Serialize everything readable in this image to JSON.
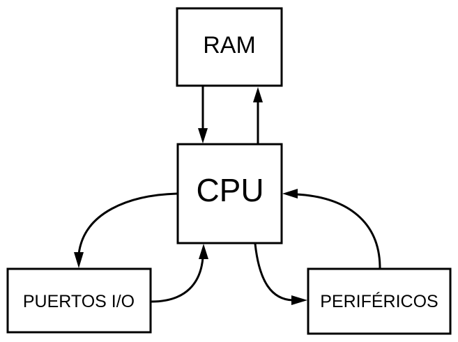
{
  "nodes": {
    "ram": {
      "label": "RAM"
    },
    "cpu": {
      "label": "CPU"
    },
    "puertos": {
      "label": "PUERTOS I/O"
    },
    "perifericos": {
      "label": "PERIFÉRICOS"
    }
  },
  "edges": [
    {
      "from": "ram",
      "to": "cpu"
    },
    {
      "from": "cpu",
      "to": "ram"
    },
    {
      "from": "cpu",
      "to": "puertos"
    },
    {
      "from": "puertos",
      "to": "cpu"
    },
    {
      "from": "cpu",
      "to": "perifericos"
    },
    {
      "from": "perifericos",
      "to": "cpu"
    }
  ],
  "colors": {
    "stroke": "#000000",
    "fill": "#ffffff"
  }
}
